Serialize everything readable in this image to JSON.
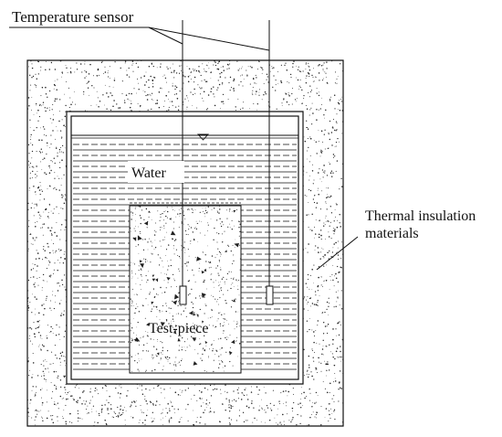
{
  "diagram": {
    "labels": {
      "temperature_sensor": "Temperature sensor",
      "water": "Water",
      "test_piece": "Test-piece",
      "thermal_insulation_line1": "Thermal insulation",
      "thermal_insulation_line2": "materials"
    },
    "colors": {
      "line": "#111111",
      "background": "#ffffff",
      "speckle": "#222222"
    }
  }
}
